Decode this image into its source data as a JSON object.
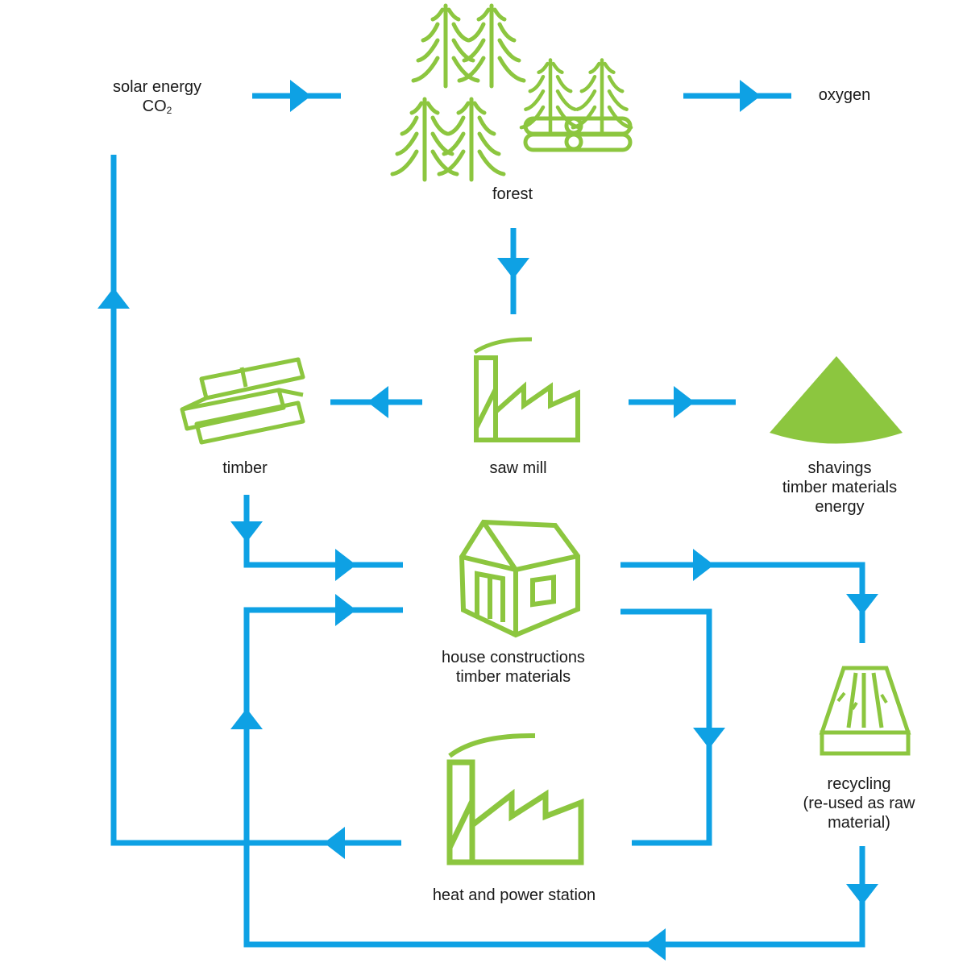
{
  "colors": {
    "flow": "#0ea1e4",
    "icon": "#8cc63f",
    "text": "#1a1a1a"
  },
  "nodes": {
    "inputs": {
      "line1": "solar energy",
      "co_main": "CO",
      "co_sub": "2"
    },
    "oxygen": {
      "label": "oxygen"
    },
    "forest": {
      "label": "forest",
      "icon": "forest-icon"
    },
    "saw_mill": {
      "label": "saw mill",
      "icon": "factory-icon"
    },
    "timber": {
      "label": "timber",
      "icon": "timber-planks-icon"
    },
    "shavings": {
      "line1": "shavings",
      "line2": "timber materials",
      "line3": "energy",
      "icon": "shavings-pile-icon"
    },
    "house": {
      "line1": "house constructions",
      "line2": "timber materials",
      "icon": "house-icon"
    },
    "recycling": {
      "line1": "recycling",
      "line2": "(re-used as raw",
      "line3": "material)",
      "icon": "recycled-wood-icon"
    },
    "power_station": {
      "label": "heat and power station",
      "icon": "factory-icon"
    }
  }
}
